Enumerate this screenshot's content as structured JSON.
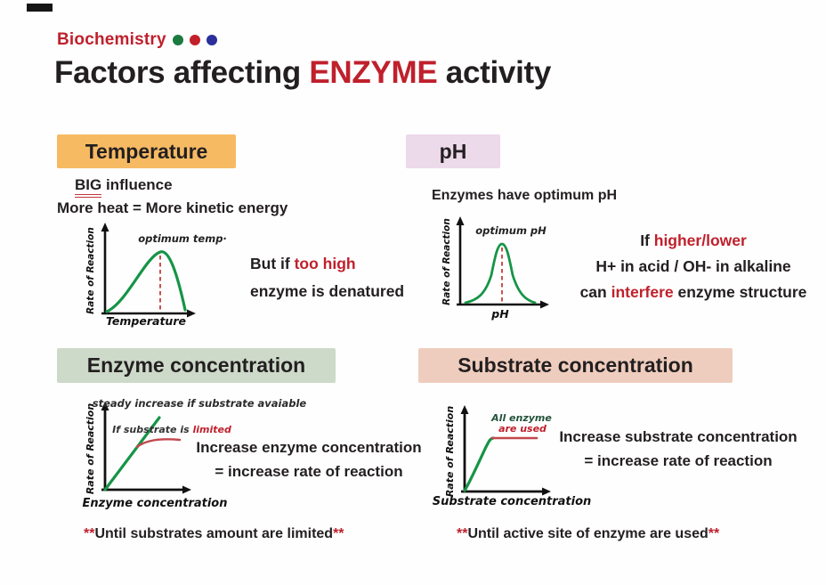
{
  "header": {
    "brand": "Biochemistry",
    "title": {
      "prefix": "Factors affecting ",
      "highlight": "ENZYME",
      "suffix": " activity"
    }
  },
  "palette": {
    "red_text": "#bf202c",
    "black_text": "#231f20",
    "temperature_chip": "#f6ba63",
    "ph_chip": "#ecd9ea",
    "enzyme_chip": "#cdd9c9",
    "substrate_chip": "#efcdbe",
    "curve_green": "#169446",
    "curve_red": "#c2474e",
    "dashed_red": "#c9504f",
    "dot_green": "#1b7a40",
    "dot_red": "#c1202b",
    "dot_blue": "#2a2f9b"
  },
  "temperature": {
    "label": "Temperature",
    "note1_underlined": "BIG",
    "note1_rest": " influence",
    "note2": "More heat = More kinetic energy",
    "graph": {
      "type": "line",
      "ylabel": "Rate of Reaction",
      "xlabel": "Temperature",
      "peak_label": "optimum temp·",
      "curve": "rises to optimum then falls (skewed bell)"
    },
    "side": {
      "l1a": "But if ",
      "l1b": "too high",
      "l2": "enzyme is denatured"
    }
  },
  "ph": {
    "label": "pH",
    "note": "Enzymes have optimum pH",
    "graph": {
      "type": "line",
      "ylabel": "Rate of Reaction",
      "xlabel": "pH",
      "peak_label": "optimum pH",
      "curve": "narrow bell centered at optimum pH"
    },
    "side": {
      "l1a": "If ",
      "l1b": "higher/lower",
      "l2": "H+ in acid / OH- in alkaline",
      "l3a": "can ",
      "l3b": "interfere",
      "l3c": " enzyme structure"
    }
  },
  "enzyme": {
    "label": "Enzyme concentration",
    "graph": {
      "type": "line",
      "ylabel": "Rate of Reaction",
      "xlabel": "Enzyme concentration",
      "green_note": "steady increase if substrate avaiable",
      "red_note_a": "If substrate is ",
      "red_note_b": "limited",
      "curve": "green straight rise; red branch flattens when substrate limited"
    },
    "side": {
      "l1": "Increase enzyme concentration",
      "l2": "= increase rate of reaction"
    },
    "footnote": {
      "stars_left": "**",
      "text": "Until substrates amount are limited",
      "stars_right": "**"
    }
  },
  "substrate": {
    "label": "Substrate concentration",
    "graph": {
      "type": "line",
      "ylabel": "Rate of Reaction",
      "xlabel": "Substrate concentration",
      "note1": "All enzyme",
      "note2": "are used",
      "curve": "green steep rise then red plateau when all enzyme used"
    },
    "side": {
      "l1": "Increase substrate concentration",
      "l2": "= increase rate of reaction"
    },
    "footnote": {
      "stars_left": "**",
      "text": "Until active site of enzyme are used",
      "stars_right": "**"
    }
  }
}
